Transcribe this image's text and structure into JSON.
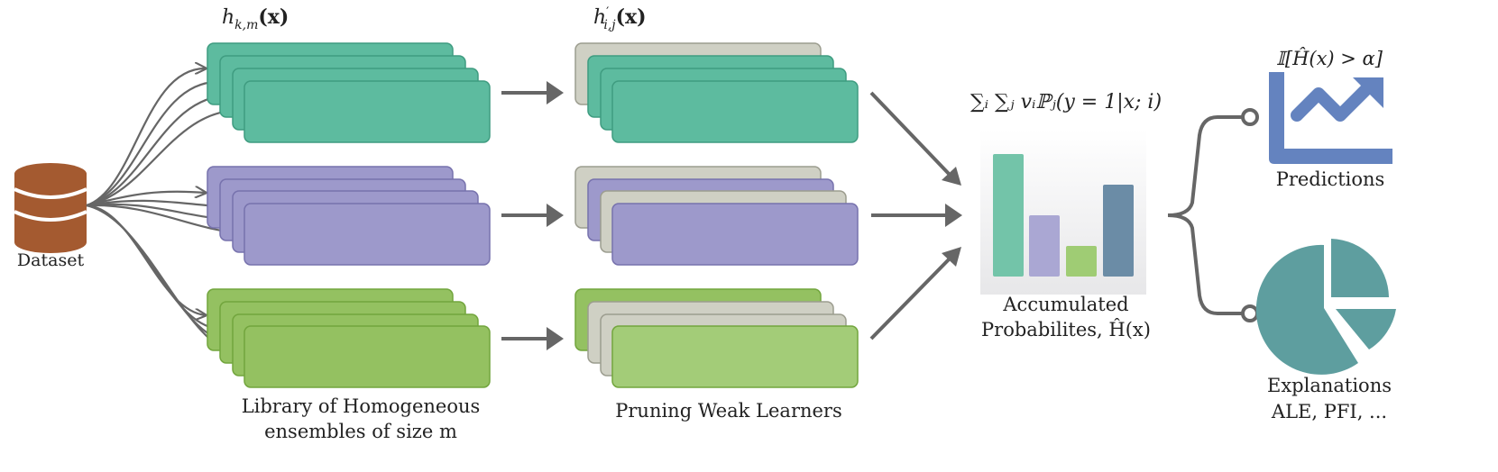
{
  "nodes": {
    "dataset": {
      "label": "Dataset"
    },
    "library": {
      "formula": "h_{k,m}(x)",
      "formula_main": "h",
      "formula_sub": "k,m",
      "formula_arg": "(x)",
      "caption_line1": "Library of Homogeneous",
      "caption_line2": "ensembles of size m"
    },
    "pruning": {
      "formula": "h'_{i,j}(x)",
      "formula_main": "h",
      "formula_prime": "′",
      "formula_sub": "i,j",
      "formula_arg": "(x)",
      "caption": "Pruning Weak Learners"
    },
    "accumulated": {
      "formula": "Σ_i Σ_j v_i P_j(y = 1|x; i)",
      "formula_text": "∑ᵢ ∑ⱼ vᵢℙⱼ(y = 1|x; i)",
      "caption_line1": "Accumulated",
      "caption_line2": "Probabilites, Ĥ(x)"
    },
    "predictions": {
      "formula_text": "𝕀[Ĥ(x) > α]",
      "label": "Predictions",
      "icon": "trend-up-chart-icon"
    },
    "explanations": {
      "label_line1": "Explanations",
      "label_line2": "ALE, PFI, ...",
      "icon": "pie-chart-icon"
    }
  },
  "colors": {
    "teal": "#5dbb9f",
    "teal_stroke": "#3f9c80",
    "purple": "#9d99cb",
    "purple_stroke": "#7772ad",
    "green": "#94c161",
    "green_light": "#a3cc78",
    "green_stroke": "#72a53d",
    "gray_card": "#cfd0c4",
    "gray_stroke": "#9c9d8f",
    "dataset": "#a45a30",
    "arrow": "#666666",
    "pred_icon": "#6483bf",
    "expl_icon": "#5e9e9f",
    "bar_teal": "#73c4a9",
    "bar_purple": "#aaa7d3",
    "bar_green": "#9fcc74",
    "bar_blue": "#6b8ca6"
  }
}
